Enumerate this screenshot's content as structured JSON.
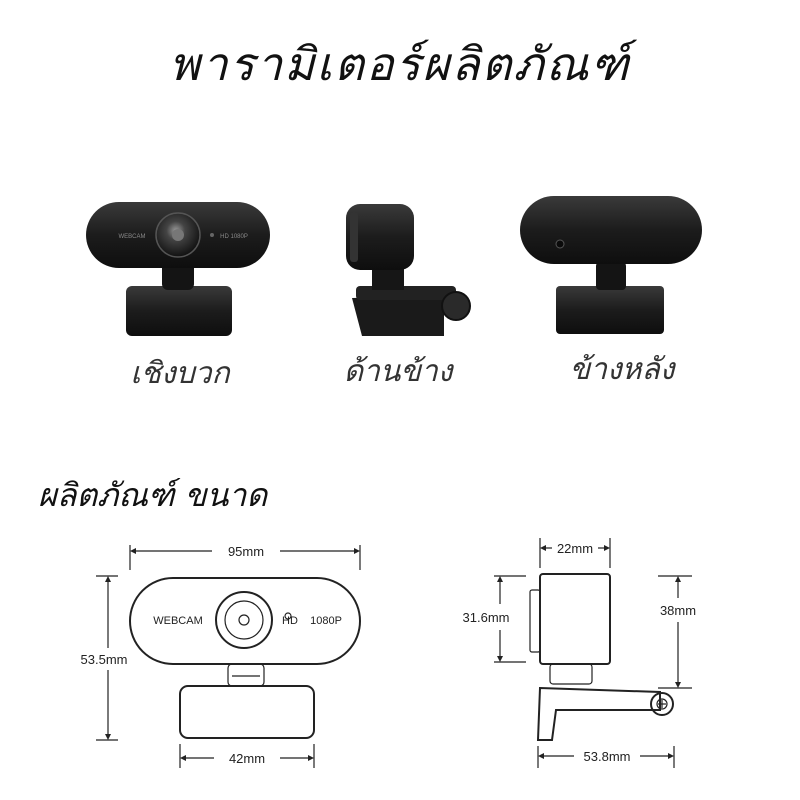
{
  "title": "พารามิเตอร์ผลิตภัณฑ์",
  "views": {
    "front": {
      "label": "เชิงบวก",
      "webcam_text": "WEBCAM",
      "hd_text": "HD 1080P"
    },
    "side": {
      "label": "ด้านข้าง"
    },
    "back": {
      "label": "ข้างหลัง"
    }
  },
  "dimensions_section": {
    "title": "ผลิตภัณฑ์ ขนาด",
    "front_drawing": {
      "webcam_text": "WEBCAM",
      "hd_text": "HD",
      "res_text": "1080P",
      "width": "95mm",
      "height": "53.5mm",
      "base_width": "42mm"
    },
    "side_drawing": {
      "depth": "22mm",
      "body_height": "31.6mm",
      "total_height": "38mm",
      "base_depth": "53.8mm"
    }
  },
  "colors": {
    "camera_body": "#1b1b1b",
    "line": "#222222"
  }
}
